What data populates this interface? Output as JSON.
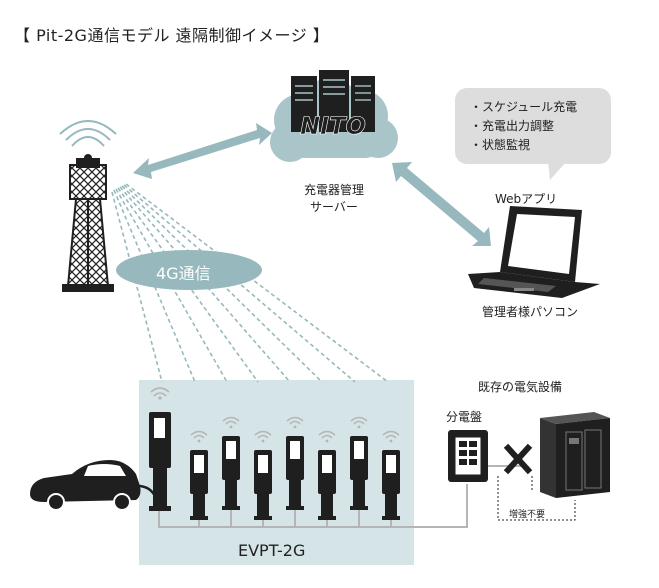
{
  "title": "【 Pit-2G通信モデル 遠隔制御イメージ 】",
  "server": {
    "logo_text": "NITO",
    "label_line1": "充電器管理",
    "label_line2": "サーバー"
  },
  "bubble": {
    "items": [
      "・スケジュール充電",
      "・充電出力調整",
      "・状態監視"
    ]
  },
  "web_app_label": "Webアプリ",
  "admin_pc_label": "管理者様パソコン",
  "network_label": "4G通信",
  "existing_equipment_label": "既存の電気設備",
  "distribution_board_label": "分電盤",
  "no_upgrade_label": "増強不要",
  "charger_group_label": "EVPT-2G",
  "colors": {
    "panel": "#d4e4e7",
    "arrow": "#97b9bd",
    "cloud": "#a9c5ca",
    "bubble": "#dddddd",
    "dark": "#1f1f1f",
    "cable": "#b5b5b5"
  }
}
